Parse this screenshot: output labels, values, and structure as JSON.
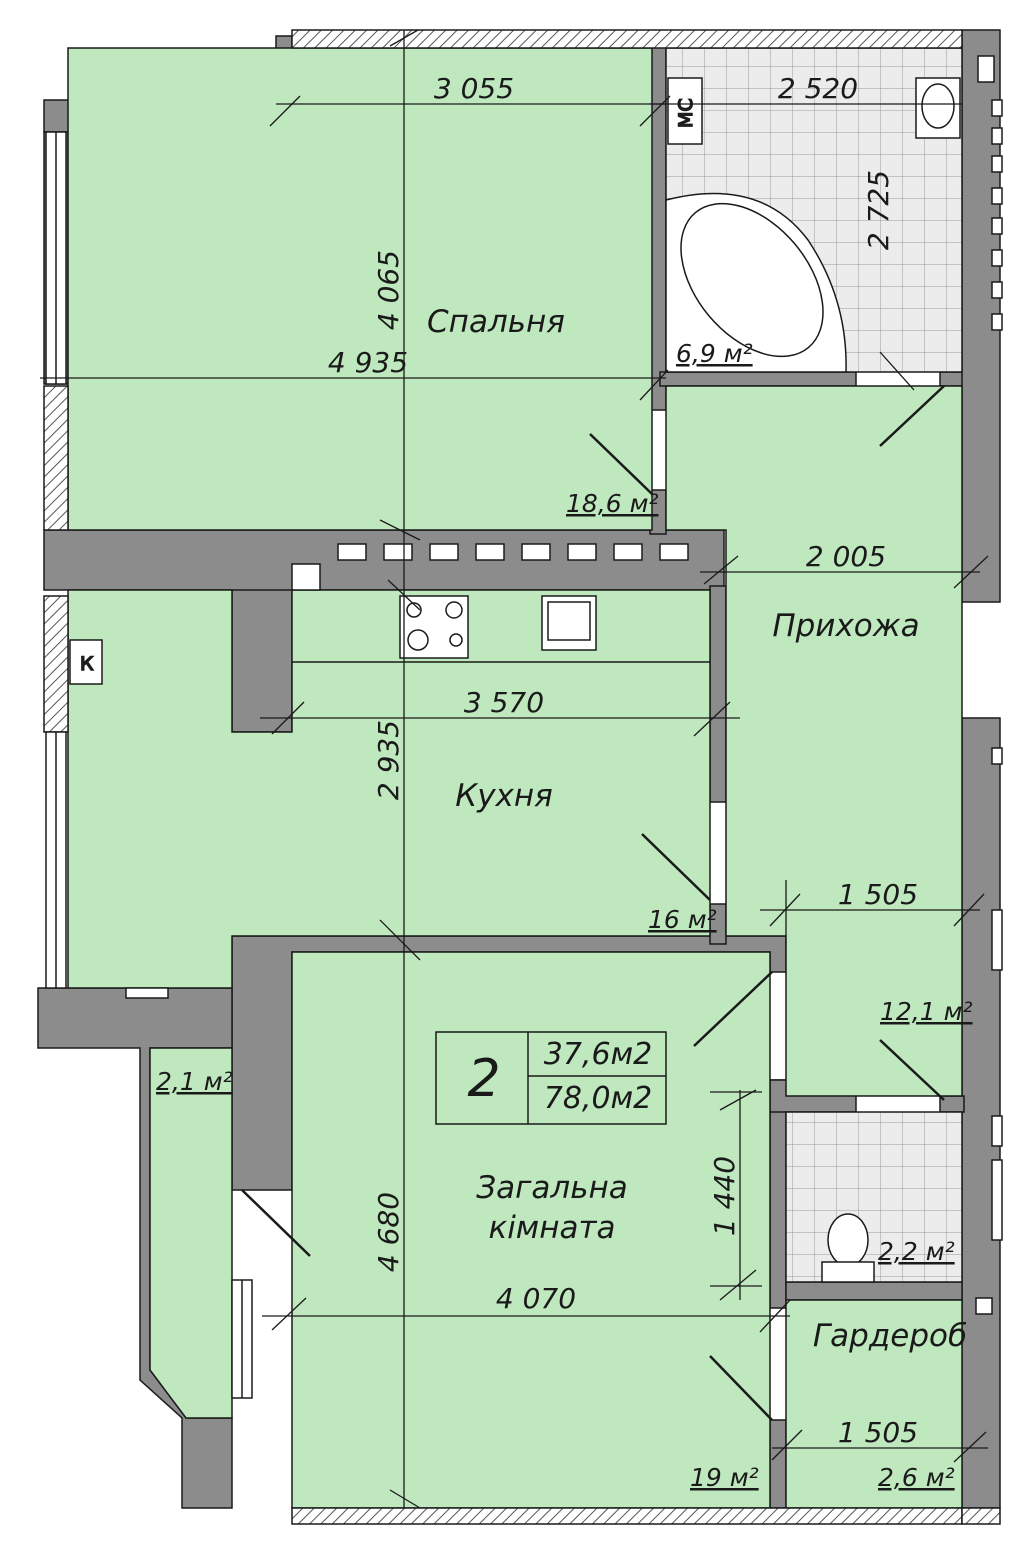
{
  "colors": {
    "room_fill": "#bfe8bf",
    "wall": "#8c8c8c",
    "tile_fill": "#e9e9e9",
    "tile_line": "#9a9a9a",
    "line": "#1a1a1a"
  },
  "rooms": {
    "bedroom": {
      "name": "Спальня",
      "area": "18,6 м²"
    },
    "bathroom": {
      "area": "6,9 м²"
    },
    "kitchen": {
      "name": "Кухня",
      "area": "16 м²"
    },
    "hallway": {
      "name": "Прихожа",
      "area": "12,1 м²"
    },
    "living": {
      "name": "Загальна кімната",
      "name_line1": "Загальна",
      "name_line2": "кімната",
      "area": "19 м²"
    },
    "balcony": {
      "area": "2,1 м²"
    },
    "wc": {
      "area": "2,2 м²"
    },
    "wardrobe": {
      "name": "Гардероб",
      "area": "2,6 м²"
    }
  },
  "dimensions": {
    "bedroom_width": "3 055",
    "bedroom_height": "4 065",
    "bedroom_depth": "4 935",
    "bath_width": "2 520",
    "bath_height": "2 725",
    "hall_width": "2 005",
    "kitchen_width": "3 570",
    "kitchen_height": "2 935",
    "hall_lower_width": "1 505",
    "living_depth": "4 680",
    "living_width": "4 070",
    "wc_height": "1 440",
    "wardrobe_width": "1 505"
  },
  "apartment_box": {
    "rooms_count": "2",
    "living_area": "37,6м2",
    "total_area": "78,0м2"
  },
  "fixtures": {
    "shaft_label": "МС",
    "boiler_label": "К"
  }
}
